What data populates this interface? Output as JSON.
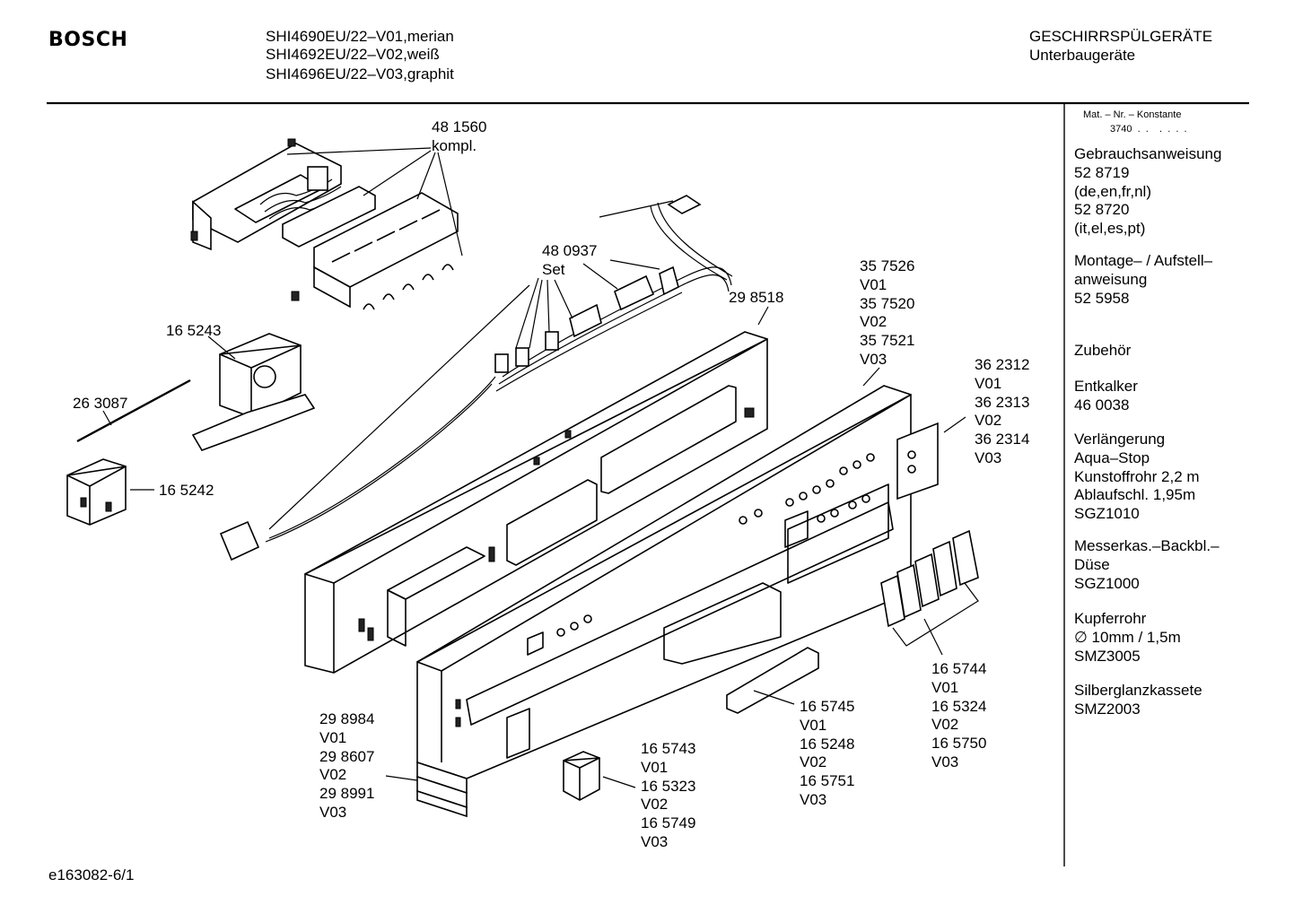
{
  "header": {
    "brand": "BOSCH",
    "models": [
      "SHI4690EU/22–V01,merian",
      "SHI4692EU/22–V02,weiß",
      "SHI4696EU/22–V03,graphit"
    ],
    "category": "GESCHIRRSPÜLGERÄTE",
    "subcategory": "Unterbaugeräte"
  },
  "sidebar": {
    "mat_nr_label": "Mat. – Nr. – Konstante",
    "mat_nr_value": "3740  .  .    .  .  .  .",
    "entries": [
      "Gebrauchsanweisung\n52 8719\n(de,en,fr,nl)\n52 8720\n(it,el,es,pt)",
      "Montage– / Aufstell–\nanweisung\n52 5958",
      "Zubehör",
      "Entkalker\n46 0038",
      "Verlängerung\nAqua–Stop\nKunstoffrohr 2,2 m\nAblaufschl. 1,95m\nSGZ1010",
      "Messerkas.–Backbl.–\nDüse\nSGZ1000",
      "Kupferrohr\n∅ 10mm / 1,5m\nSMZ3005",
      "Silberglanzkassete\nSMZ2003"
    ]
  },
  "labels": {
    "p481560": "48 1560\nkompl.",
    "p480937": "48 0937\nSet",
    "p165243": "16 5243",
    "p263087": "26 3087",
    "p165242": "16 5242",
    "p298518": "29 8518",
    "p357526": "35 7526\nV01\n35 7520\nV02\n35 7521\nV03",
    "p362312": "36 2312\nV01\n36 2313\nV02\n36 2314\nV03",
    "p165744": "16 5744\nV01\n16 5324\nV02\n16 5750\nV03",
    "p165745": "16 5745\nV01\n16 5248\nV02\n16 5751\nV03",
    "p165743": "16 5743\nV01\n16 5323\nV02\n16 5749\nV03",
    "p298984": "29 8984\nV01\n29 8607\nV02\n29 8991\nV03"
  },
  "footer": {
    "drawing_id": "e163082-6/1"
  }
}
